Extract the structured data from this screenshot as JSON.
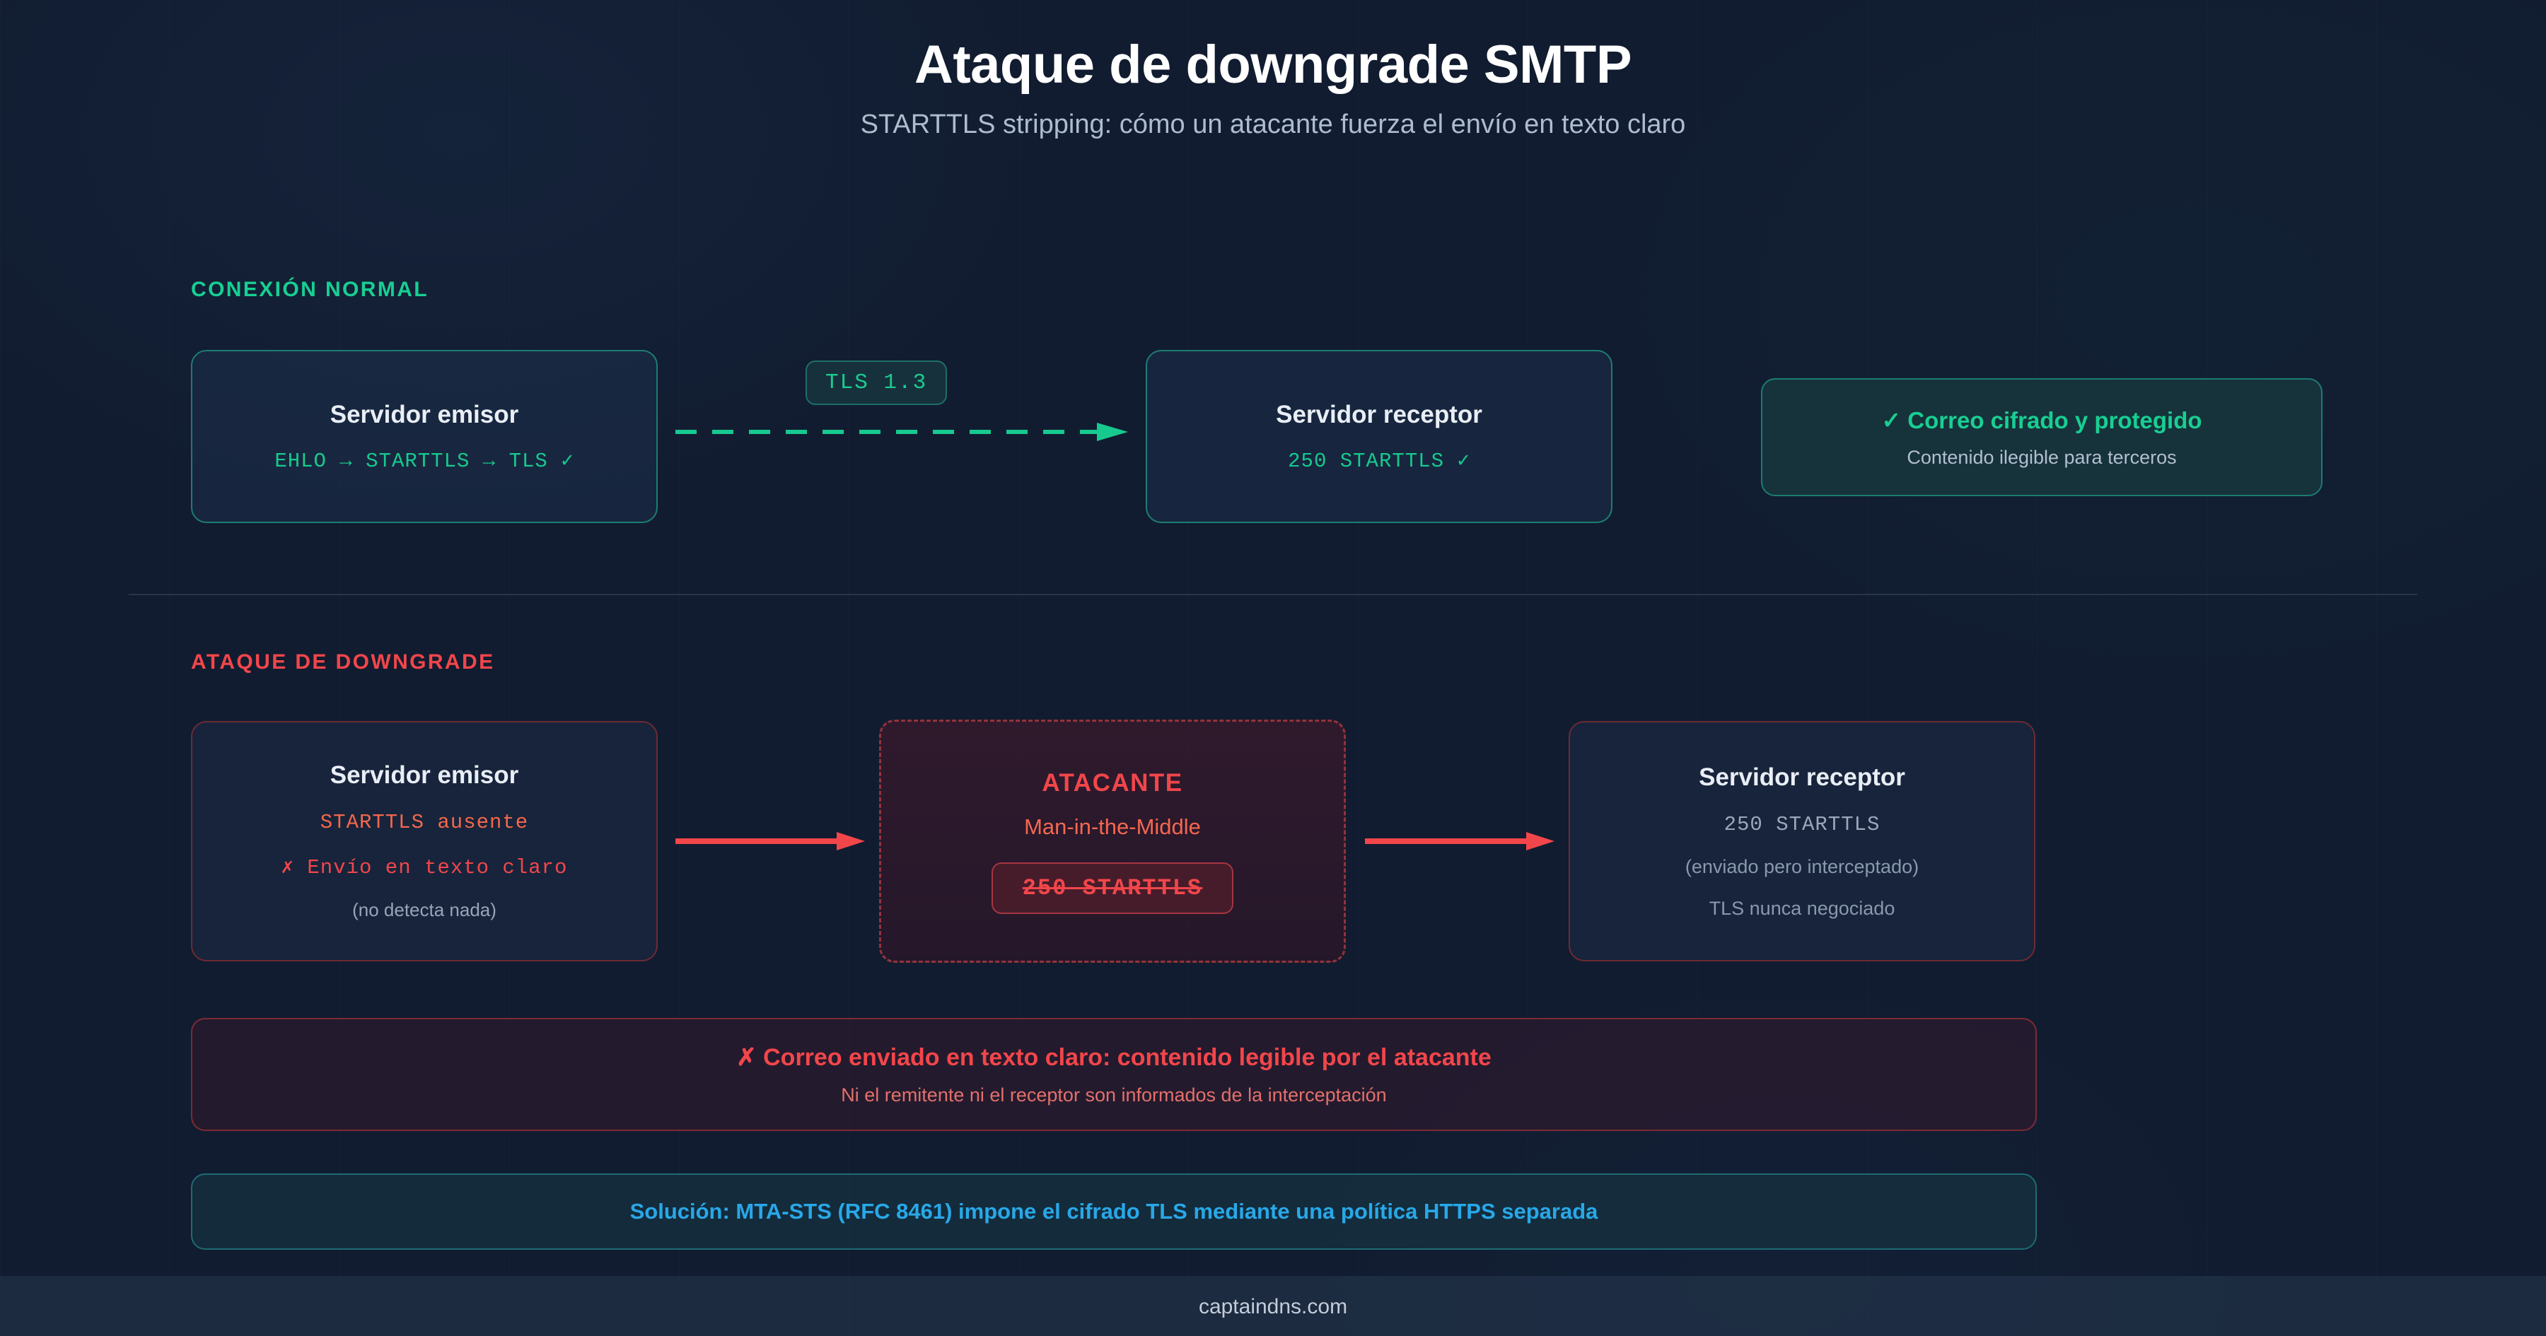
{
  "header": {
    "title": "Ataque de downgrade SMTP",
    "subtitle": "STARTTLS stripping: cómo un atacante fuerza el envío en texto claro"
  },
  "colors": {
    "background": "#111c30",
    "accent_green": "#17cf93",
    "accent_red": "#f2464a",
    "accent_orange": "#f4674c",
    "accent_blue": "#28a8e8",
    "border_teal": "#1d7d73",
    "border_red": "#6e2a33",
    "text_primary": "#e9eef6",
    "text_muted": "#97a5b8"
  },
  "normal_section": {
    "label": "CONEXIÓN NORMAL",
    "sender": {
      "title": "Servidor emisor",
      "detail": "EHLO → STARTTLS → TLS ✓"
    },
    "link_badge": "TLS 1.3",
    "arrow_icon": "dashed-arrow-right-icon",
    "receiver": {
      "title": "Servidor receptor",
      "detail": "250 STARTTLS ✓"
    },
    "result": {
      "main": "✓ Correo cifrado y protegido",
      "sub": "Contenido ilegible para terceros"
    }
  },
  "attack_section": {
    "label": "ATAQUE DE DOWNGRADE",
    "sender": {
      "title": "Servidor emisor",
      "line1": "STARTTLS ausente",
      "line2": "✗ Envío en texto claro",
      "line3": "(no detecta nada)"
    },
    "arrow1_icon": "arrow-right-icon",
    "attacker": {
      "title": "ATACANTE",
      "subtitle": "Man-in-the-Middle",
      "stripped_chip": "250 STARTTLS"
    },
    "arrow2_icon": "arrow-right-icon",
    "receiver": {
      "title": "Servidor receptor",
      "line1": "250 STARTTLS",
      "line2": "(enviado pero interceptado)",
      "line3": "TLS nunca negociado"
    },
    "danger_banner": {
      "main": "✗ Correo enviado en texto claro: contenido legible por el atacante",
      "sub": "Ni el remitente ni el receptor son informados de la interceptación"
    },
    "solution_banner": {
      "text": "Solución: MTA-STS (RFC 8461) impone el cifrado TLS mediante una política HTTPS separada"
    }
  },
  "footer": {
    "site": "captaindns.com"
  }
}
